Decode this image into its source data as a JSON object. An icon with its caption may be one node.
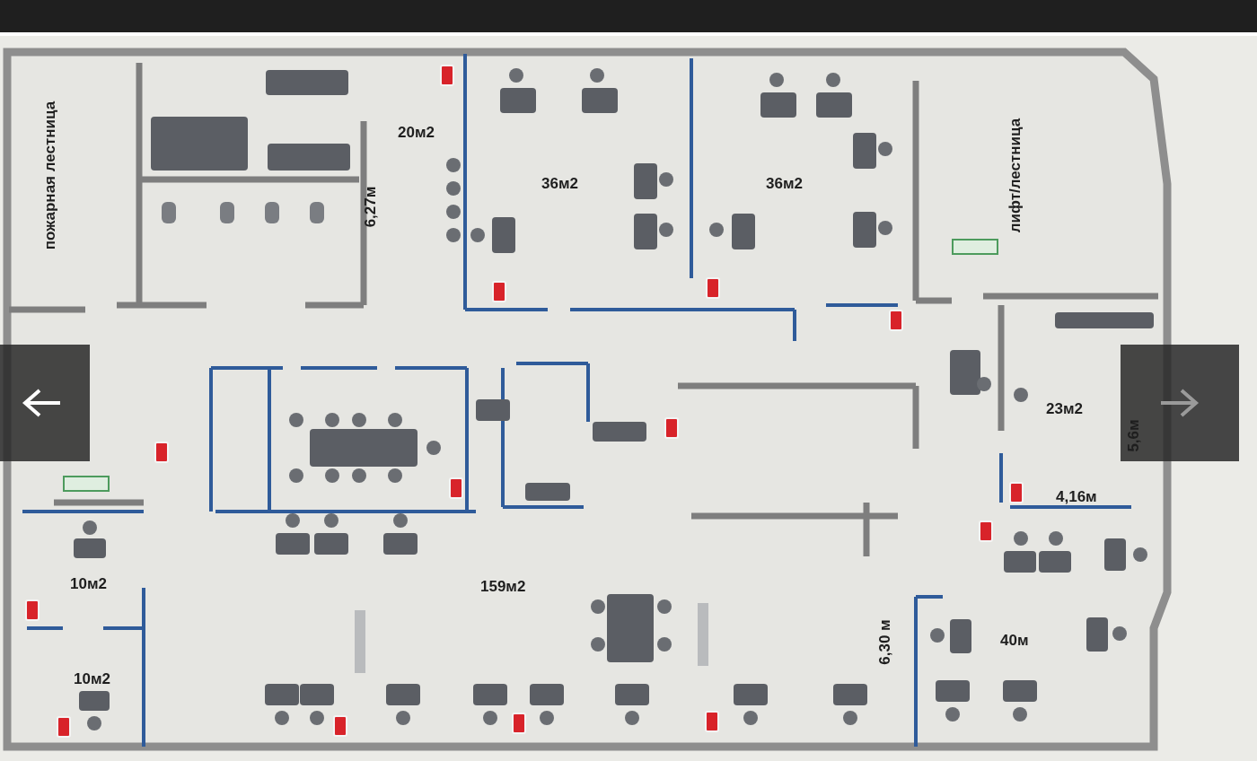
{
  "diagram": {
    "labels": [
      "пожарная лестница",
      "20м2",
      "36м2",
      "36м2",
      "6,27м",
      "лифт/лестница",
      "23м2",
      "5,6м",
      "4,16м",
      "10м2",
      "159м2",
      "40м",
      "10м2",
      "6,30 м"
    ]
  }
}
